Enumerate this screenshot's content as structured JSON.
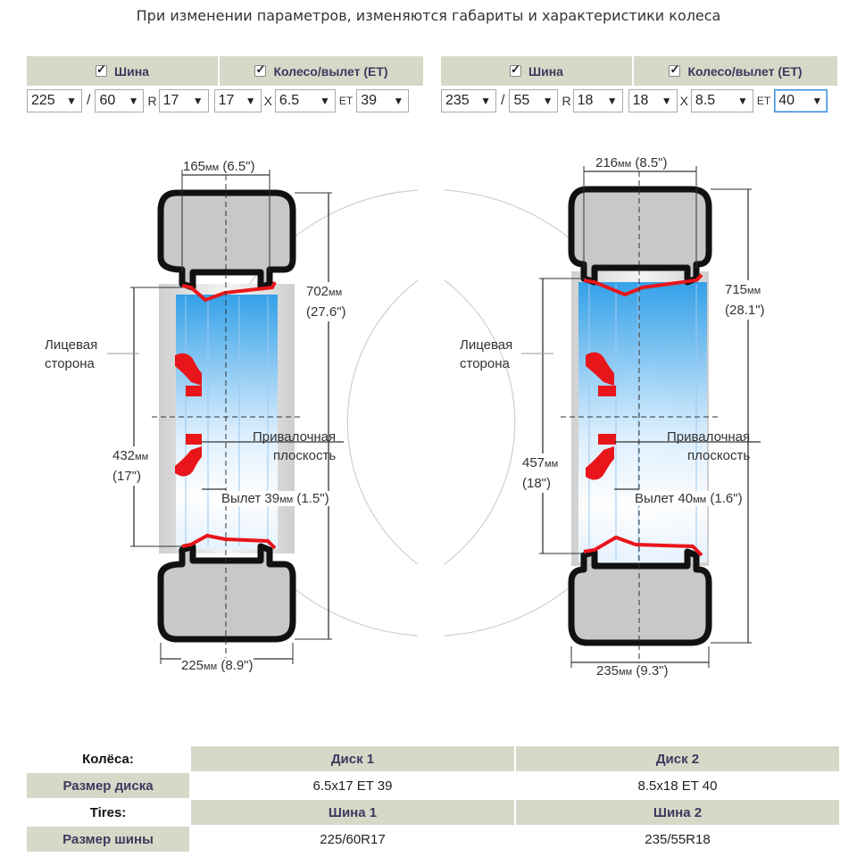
{
  "heading": "При изменении параметров, изменяются габариты и характеристики колеса",
  "panels": [
    {
      "tire_header": "Шина",
      "wheel_header": "Колесо/вылет (ET)",
      "tire_width": "225",
      "slash": "/",
      "profile": "60",
      "r": "R",
      "tire_rim": "17",
      "rim_diameter": "17",
      "x": "X",
      "rim_width": "6.5",
      "et_label": "ET",
      "offset": "39"
    },
    {
      "tire_header": "Шина",
      "wheel_header": "Колесо/вылет (ET)",
      "tire_width": "235",
      "slash": "/",
      "profile": "55",
      "r": "R",
      "tire_rim": "18",
      "rim_diameter": "18",
      "x": "X",
      "rim_width": "8.5",
      "et_label": "ET",
      "offset": "40"
    }
  ],
  "diagrams": [
    {
      "top_width": "165мм (6.5\")",
      "top_width_mm": "165",
      "top_width_in": "(6.5\")",
      "outer_mm": "702",
      "outer_in": "(27.6\")",
      "rim_mm": "432",
      "rim_in": "(17\")",
      "face_line1": "Лицевая",
      "face_line2": "сторона",
      "mount_line1": "Привалочная",
      "mount_line2": "плоскость",
      "offset_label": "Вылет 39",
      "offset_mm": "мм",
      "offset_in": " (1.5\")",
      "bottom_mm": "225",
      "bottom_in": " (8.9\")"
    },
    {
      "top_width_mm": "216",
      "top_width_in": " (8.5\")",
      "outer_mm": "715",
      "outer_in": "(28.1\")",
      "rim_mm": "457",
      "rim_in": "(18\")",
      "face_line1": "Лицевая",
      "face_line2": "сторона",
      "mount_line1": "Привалочная",
      "mount_line2": "плоскость",
      "offset_label": "Вылет 40",
      "offset_mm": "мм",
      "offset_in": " (1.6\")",
      "bottom_mm": "235",
      "bottom_in": " (9.3\")"
    }
  ],
  "units": {
    "mm": "мм"
  },
  "summary": {
    "wheels_label": "Колёса:",
    "disk1": "Диск 1",
    "disk2": "Диск 2",
    "disk_size_label": "Размер диска",
    "disk1_size": "6.5x17 ET 39",
    "disk2_size": "8.5x18 ET 40",
    "tires_label": "Tires:",
    "tire1": "Шина 1",
    "tire2": "Шина 2",
    "tire_size_label": "Размер шины",
    "tire1_size": "225/60R17",
    "tire2_size": "235/55R18"
  },
  "colors": {
    "header_bg": "#d8d8c8",
    "rim_red": "#e8151b",
    "rim_blue": "#2b9de8",
    "tire_gray": "#c8c8c8"
  }
}
